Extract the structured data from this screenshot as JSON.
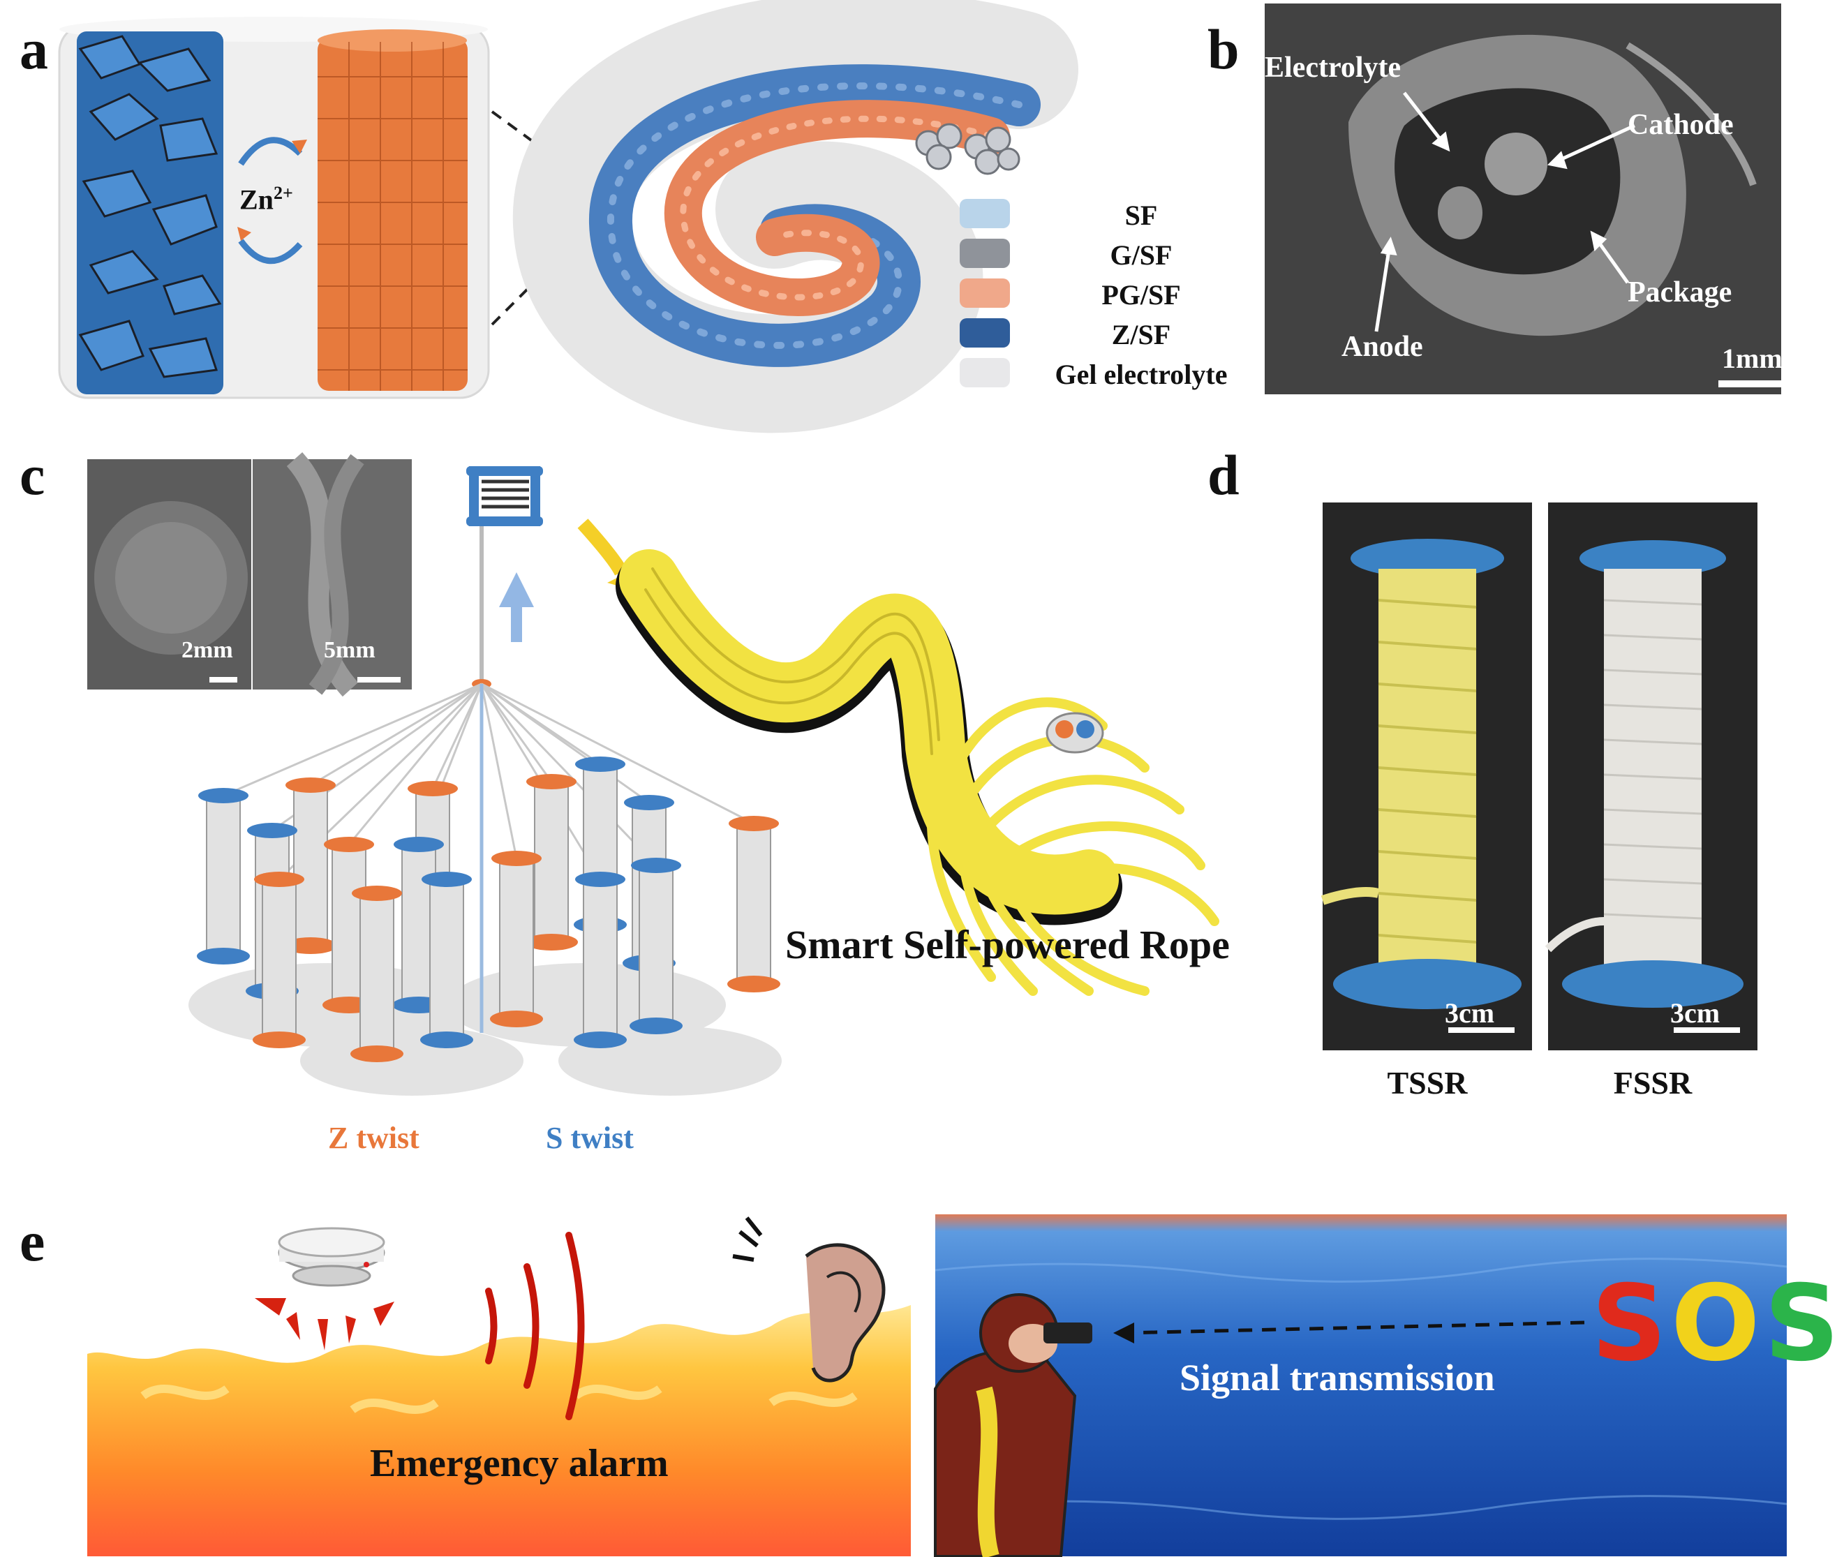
{
  "panels": {
    "a": {
      "label": "a",
      "ion": "Zn",
      "ion_charge": "2+",
      "legend": [
        {
          "text": "SF",
          "color": "#b9d4ea"
        },
        {
          "text": "G/SF",
          "color": "#8f939a"
        },
        {
          "text": "PG/SF",
          "color": "#f0a88a"
        },
        {
          "text": "Z/SF",
          "color": "#2f5d9a"
        },
        {
          "text": "Gel  electrolyte",
          "color": "#e8e8ea"
        }
      ]
    },
    "b": {
      "label": "b",
      "annotations": {
        "electrolyte": "Electrolyte",
        "cathode": "Cathode",
        "package": "Package",
        "anode": "Anode"
      },
      "scale": "1mm"
    },
    "c": {
      "label": "c",
      "scale_left": "2mm",
      "scale_right": "5mm",
      "title": "Smart Self-powered Rope",
      "z_twist": "Z twist",
      "s_twist": "S twist"
    },
    "d": {
      "label": "d",
      "scale_left": "3cm",
      "scale_right": "3cm",
      "caption_left": "TSSR",
      "caption_right": "FSSR"
    },
    "e": {
      "label": "e",
      "left_text": "Emergency alarm",
      "right_text": "Signal transmission",
      "sos_letters": [
        "S",
        "O",
        "S"
      ],
      "sos_colors": [
        "#e02a1c",
        "#f1d21b",
        "#2bb44a"
      ]
    }
  },
  "colors": {
    "blue": "#3f7fc4",
    "orange": "#e8773a",
    "yellow_rope": "#f4e44a",
    "sea": "#1f5fbf"
  }
}
